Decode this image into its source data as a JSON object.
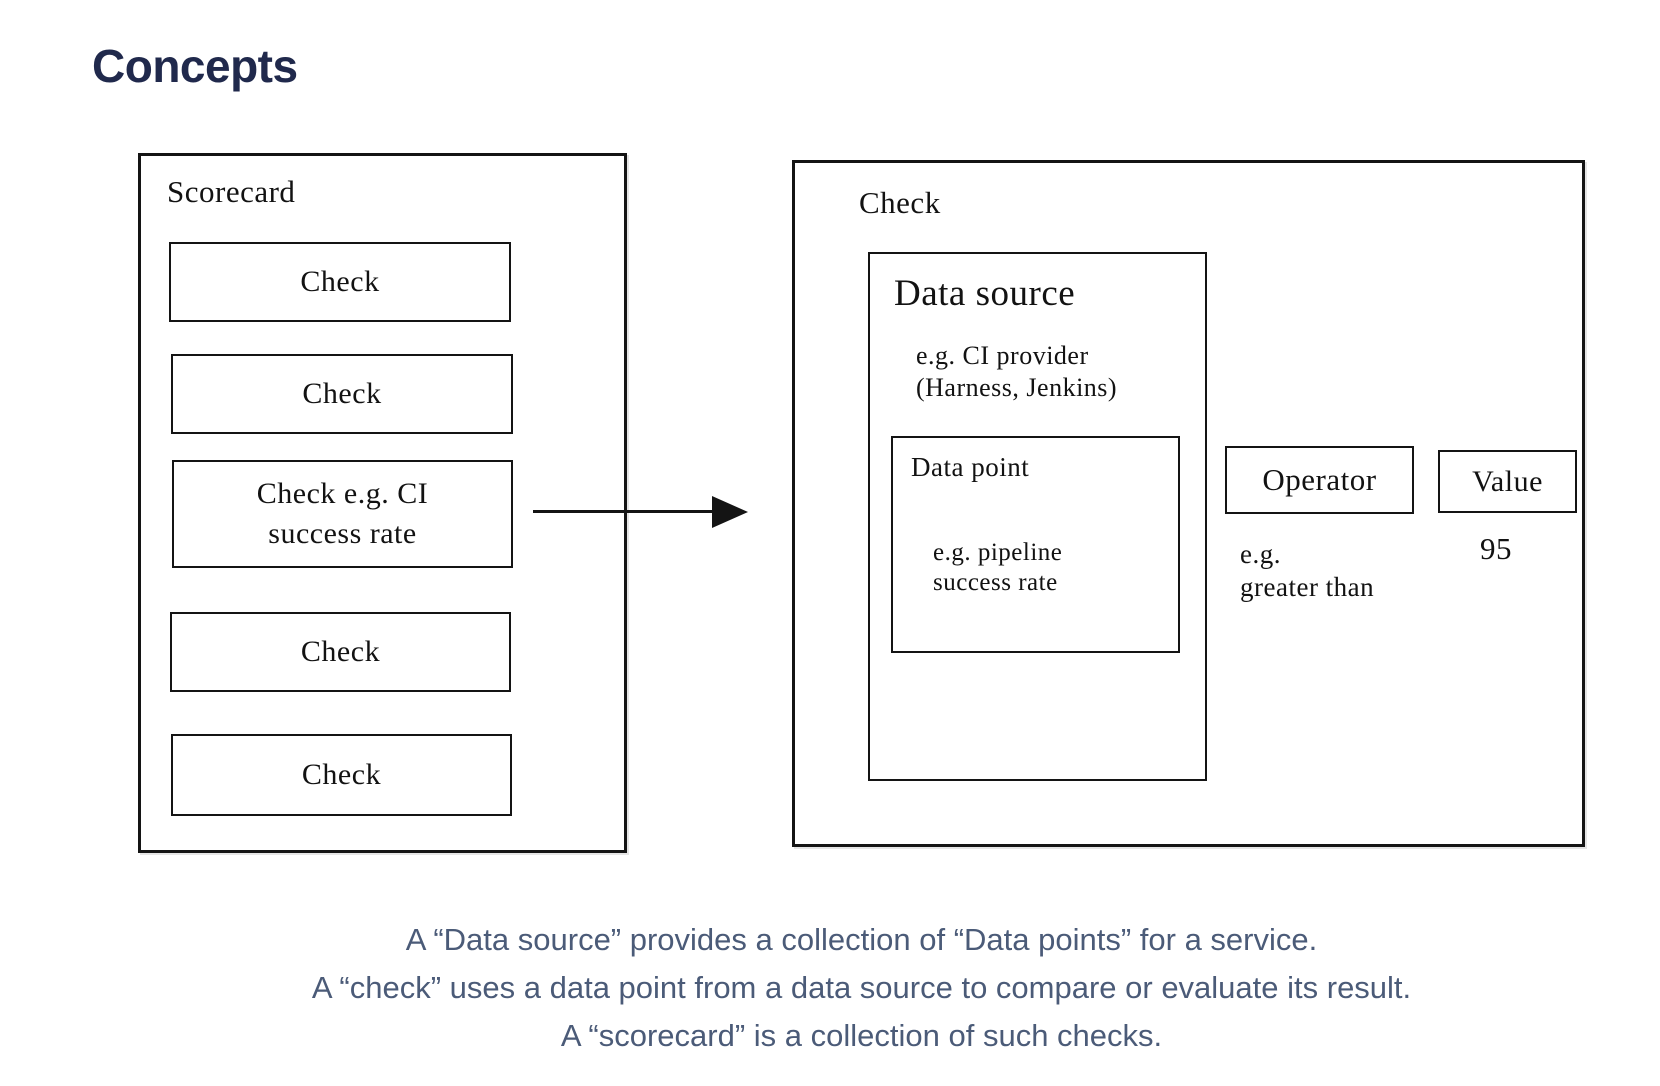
{
  "page": {
    "title": "Concepts"
  },
  "diagram": {
    "scorecard": {
      "label": "Scorecard",
      "checks": [
        "Check",
        "Check",
        "Check e.g. CI\nsuccess rate",
        "Check",
        "Check"
      ]
    },
    "check_detail": {
      "label": "Check",
      "data_source": {
        "label": "Data source",
        "example": "e.g. CI provider\n(Harness, Jenkins)",
        "data_point": {
          "label": "Data point",
          "example": "e.g. pipeline\nsuccess rate"
        }
      },
      "operator": {
        "label": "Operator",
        "example": "e.g.\ngreater than"
      },
      "value": {
        "label": "Value",
        "example": "95"
      }
    }
  },
  "caption": {
    "lines": [
      "A “Data source” provides a collection of “Data points” for a service.",
      "A “check” uses a data point from a data source to compare or evaluate its result.",
      "A “scorecard” is a collection of such checks."
    ]
  },
  "colors": {
    "title": "#20294c",
    "caption": "#4b5b78",
    "stroke": "#141414",
    "background": "#ffffff"
  }
}
